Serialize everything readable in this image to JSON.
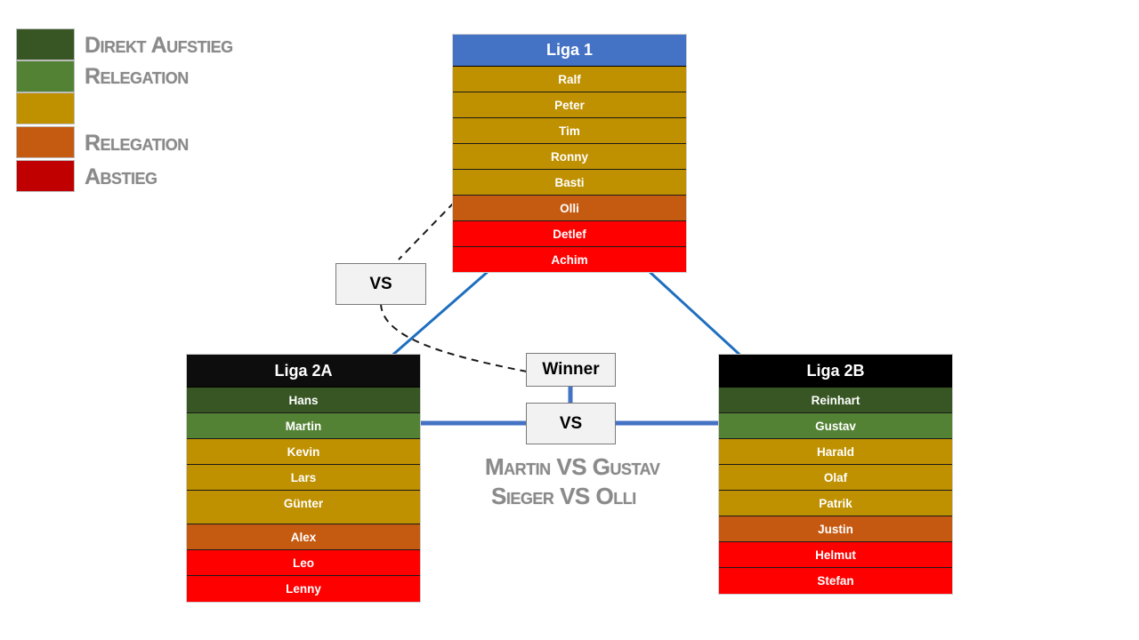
{
  "legend": [
    {
      "label": "Direkt Aufstieg",
      "color": "#375623"
    },
    {
      "label": "Relegation",
      "color": "#548235"
    },
    {
      "label": "",
      "color": "#bf9000"
    },
    {
      "label": "Relegation",
      "color": "#c55a11"
    },
    {
      "label": "Abstieg",
      "color": "#c00000"
    }
  ],
  "colors": {
    "direct": "#375623",
    "relegation_up": "#548235",
    "mid": "#bf9000",
    "relegation_down": "#c55a11",
    "relegation_down_alt": "#c65911",
    "relegation_down_2b": "#c65911",
    "relegation_down_2": "#c55a11",
    "relegation_down_liga1": "#c55a11",
    "relegation_down_2a": "#c55a11",
    "relegation_down_1": "#c55a11",
    "relegation_down_x": "#c55a11",
    "abstieg": "#ff0000",
    "blue": "#4472c4",
    "black": "#0d0d0d",
    "arrow": "#1f6fbf",
    "connector": "#4472c4"
  },
  "liga1": {
    "title": "Liga 1",
    "players": [
      "Ralf",
      "Peter",
      "Tim",
      "Ronny",
      "Basti",
      "Olli",
      "Detlef",
      "Achim"
    ]
  },
  "liga2a": {
    "title": "Liga 2A",
    "players": [
      "Hans",
      "Martin",
      "Kevin",
      "Lars",
      "Günter",
      "Alex",
      "Leo",
      "Lenny"
    ]
  },
  "liga2b": {
    "title": "Liga 2B",
    "players": [
      "Reinhart",
      "Gustav",
      "Harald",
      "Olaf",
      "Patrik",
      "Justin",
      "Helmut",
      "Stefan"
    ]
  },
  "boxes": {
    "vs_left": "VS",
    "winner": "Winner",
    "vs_center": "VS"
  },
  "captions": {
    "line1": "Martin VS Gustav",
    "line2": "Sieger VS Olli"
  }
}
